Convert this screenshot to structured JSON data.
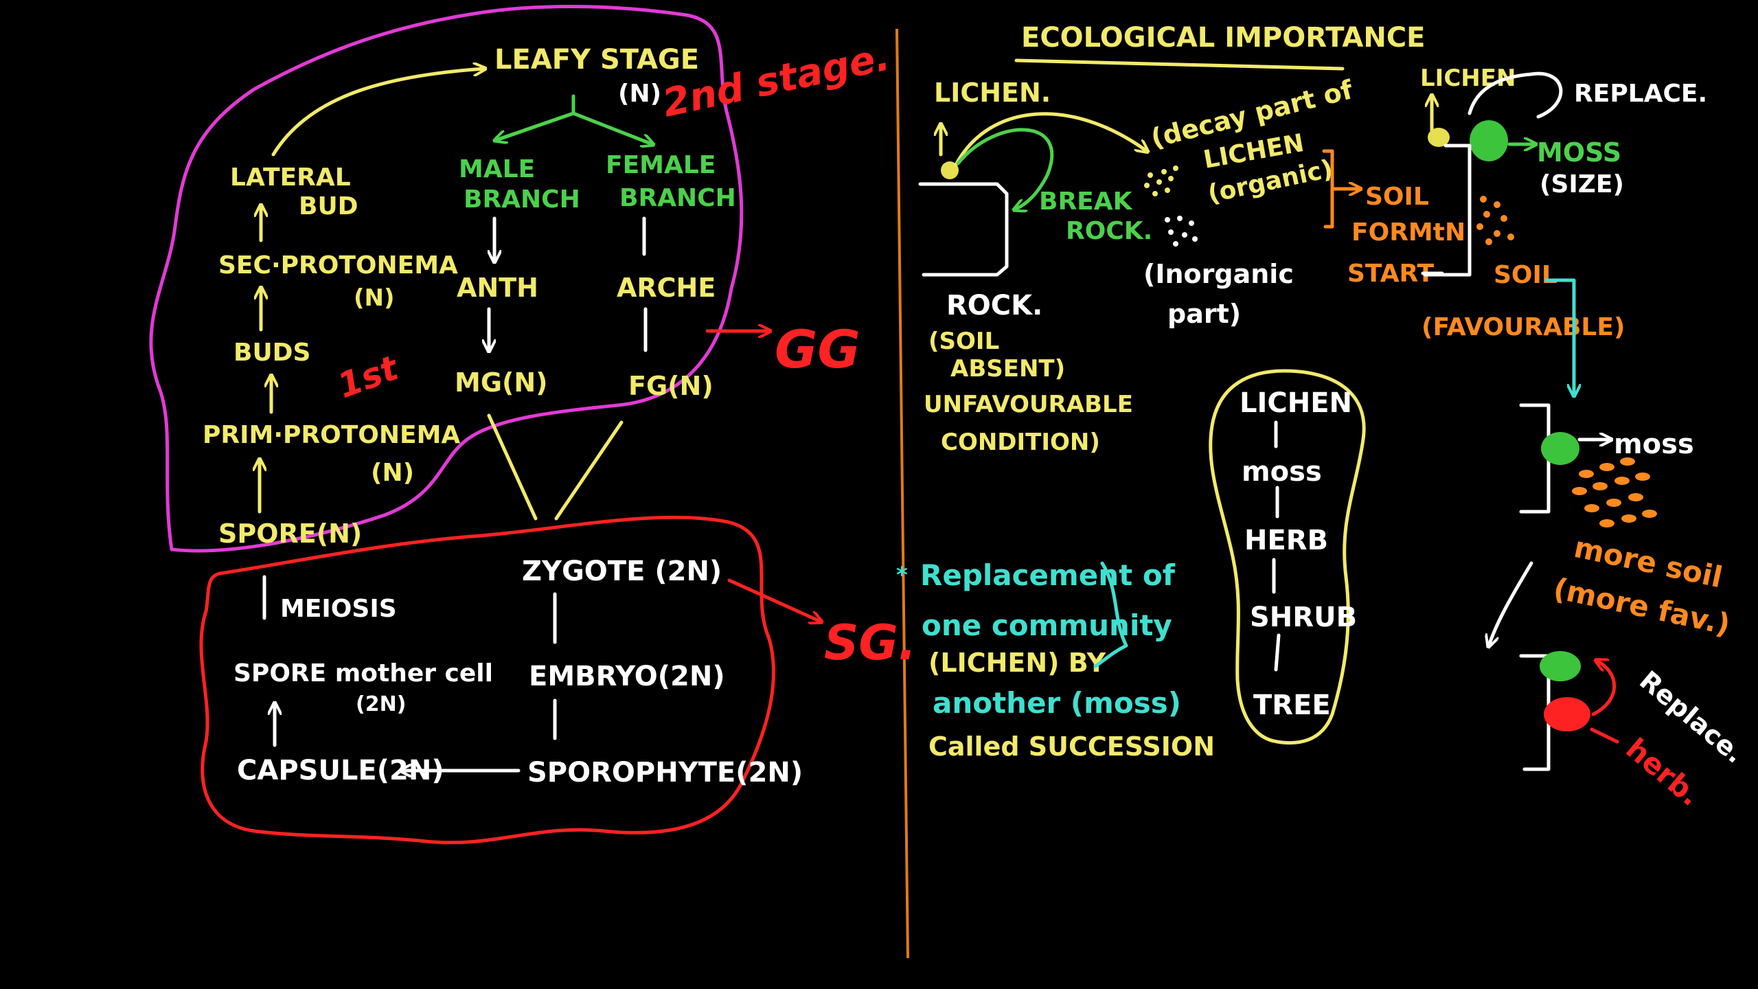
{
  "colors": {
    "background": "#000000",
    "yellow": "#f2ea6a",
    "green": "#4cd14c",
    "white": "#ffffff",
    "red": "#ff2222",
    "magenta": "#e23ad6",
    "orange": "#ff8a1e",
    "cyan": "#3ee0d0",
    "divider": "#e07a1a"
  },
  "left": {
    "gametophyte": {
      "leafy_stage": "LEAFY STAGE",
      "leafy_n": "(N)",
      "second_stage": "2nd stage.",
      "lateral": "LATERAL",
      "bud": "BUD",
      "sec_protonema": "SEC·PROTONEMA",
      "sec_n": "(N)",
      "buds": "BUDS",
      "first": "1st",
      "prim_protonema": "PRIM·PROTONEMA",
      "prim_n": "(N)",
      "spore": "SPORE(N)",
      "male_1": "MALE",
      "male_2": "BRANCH",
      "female_1": "FEMALE",
      "female_2": "BRANCH",
      "anth": "ANTH",
      "arche": "ARCHE",
      "mg": "MG(N)",
      "fg": "FG(N)",
      "gg": "GG"
    },
    "sporophyte": {
      "zygote": "ZYGOTE (2N)",
      "embryo": "EMBRYO(2N)",
      "sporophyte": "SPOROPHYTE(2N)",
      "capsule": "CAPSULE(2N)",
      "smc": "SPORE mother cell",
      "smc_n": "(2N)",
      "meiosis": "MEIOSIS",
      "sg": "SG."
    }
  },
  "right": {
    "title": "ECOLOGICAL IMPORTANCE",
    "lichen": "LICHEN.",
    "break_1": "BREAK",
    "break_2": "ROCK.",
    "rock": "ROCK.",
    "soil_absent_1": "(SOIL",
    "soil_absent_2": "ABSENT)",
    "unfav_1": "UNFAVOURABLE",
    "unfav_2": "CONDITION)",
    "decay_1": "(decay part of",
    "decay_2": "LICHEN",
    "decay_3": "(organic)",
    "inorg_1": "(Inorganic",
    "inorg_2": "part)",
    "soil_form_1": "SOIL",
    "soil_form_2": "FORMtN",
    "soil_form_3": "START",
    "lichen2": "LICHEN",
    "replace1": "REPLACE.",
    "moss1": "MOSS",
    "size": "(SIZE)",
    "soil": "SOIL",
    "favourable": "(FAVOURABLE)",
    "moss2": "moss",
    "more_soil": "more soil",
    "more_fav": "(more fav.)",
    "replace2": "Replace.",
    "herb_red": "herb.",
    "succession": [
      "LICHEN",
      "moss",
      "HERB",
      "SHRUB",
      "TREE"
    ],
    "def_1": "Replacement of",
    "def_2": "one community",
    "def_3": "(LICHEN) BY",
    "def_4": "another (moss)",
    "def_5": "Called SUCCESSION"
  }
}
